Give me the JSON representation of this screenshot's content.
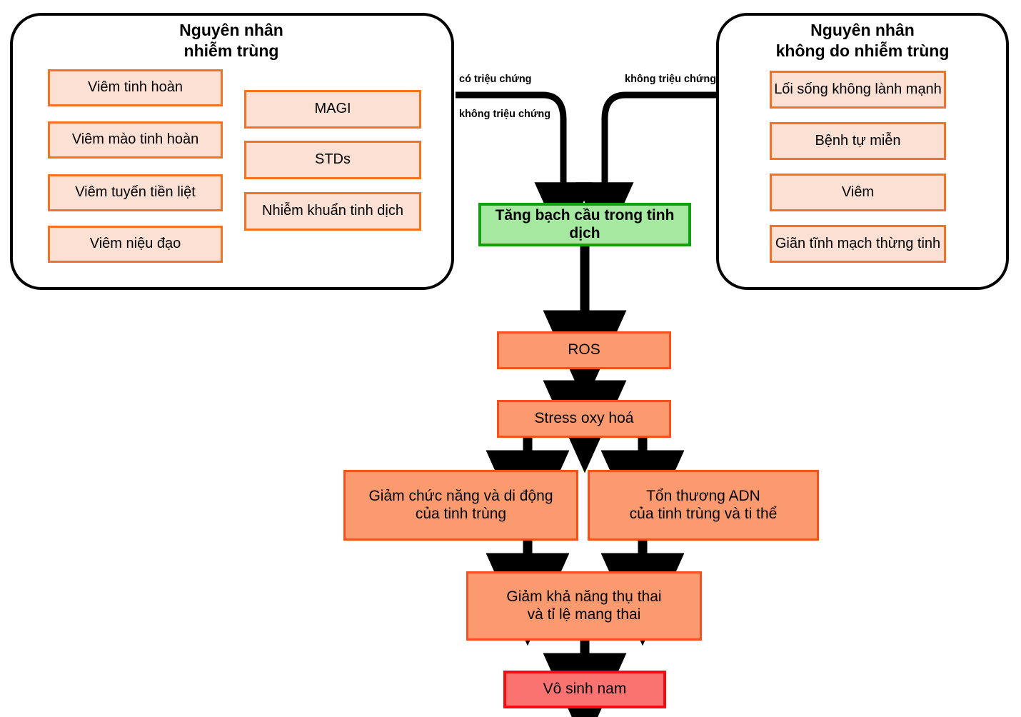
{
  "diagram": {
    "title_left": "Nguyên nhân\nnhiễm trùng",
    "title_right": "Nguyên nhân\nkhông do nhiễm trùng",
    "colors": {
      "chip_fill": "#fce0d4",
      "chip_border": "#f57222",
      "process_fill": "#fb9a6e",
      "process_border": "#f4511e",
      "highlight_fill": "#a5e8a0",
      "highlight_border": "#10a010",
      "outcome_fill": "#fa7370",
      "outcome_border": "#f20d12",
      "panel_border": "#000000",
      "arrow": "#000000",
      "background": "#ffffff"
    },
    "panel_left": {
      "title": "Nguyên nhân\nnhiễm trùng",
      "column_a": [
        {
          "label": "Viêm tinh hoàn"
        },
        {
          "label": "Viêm mào tinh hoàn"
        },
        {
          "label": "Viêm tuyến tiền liệt"
        },
        {
          "label": "Viêm niệu đạo"
        }
      ],
      "column_b": [
        {
          "label": "MAGI"
        },
        {
          "label": "STDs"
        },
        {
          "label": "Nhiễm khuẩn tinh dịch"
        }
      ]
    },
    "panel_right": {
      "title": "Nguyên nhân\nkhông do nhiễm trùng",
      "items": [
        {
          "label": "Lối sống không lành mạnh"
        },
        {
          "label": "Bệnh tự miễn"
        },
        {
          "label": "Viêm"
        },
        {
          "label": "Giãn tĩnh mạch thừng tinh"
        }
      ]
    },
    "edge_labels": [
      {
        "id": "left-top",
        "text": "có triệu chứng"
      },
      {
        "id": "left-bottom",
        "text": "không triệu chứng"
      },
      {
        "id": "right-top",
        "text": "không triệu chứng"
      }
    ],
    "flow": {
      "highlight": {
        "label": "Tăng bạch cầu trong tinh dịch"
      },
      "ros": {
        "label": "ROS"
      },
      "oxidative_stress": {
        "label": "Stress oxy hoá"
      },
      "branch_left": {
        "label": "Giảm chức năng và di động\ncủa tinh trùng"
      },
      "branch_right": {
        "label": "Tổn thương ADN\ncủa tinh trùng và ti thể"
      },
      "fertility": {
        "label": "Giảm khả năng thụ thai\nvà tỉ lệ mang thai"
      },
      "outcome": {
        "label": "Vô sinh nam"
      }
    }
  }
}
